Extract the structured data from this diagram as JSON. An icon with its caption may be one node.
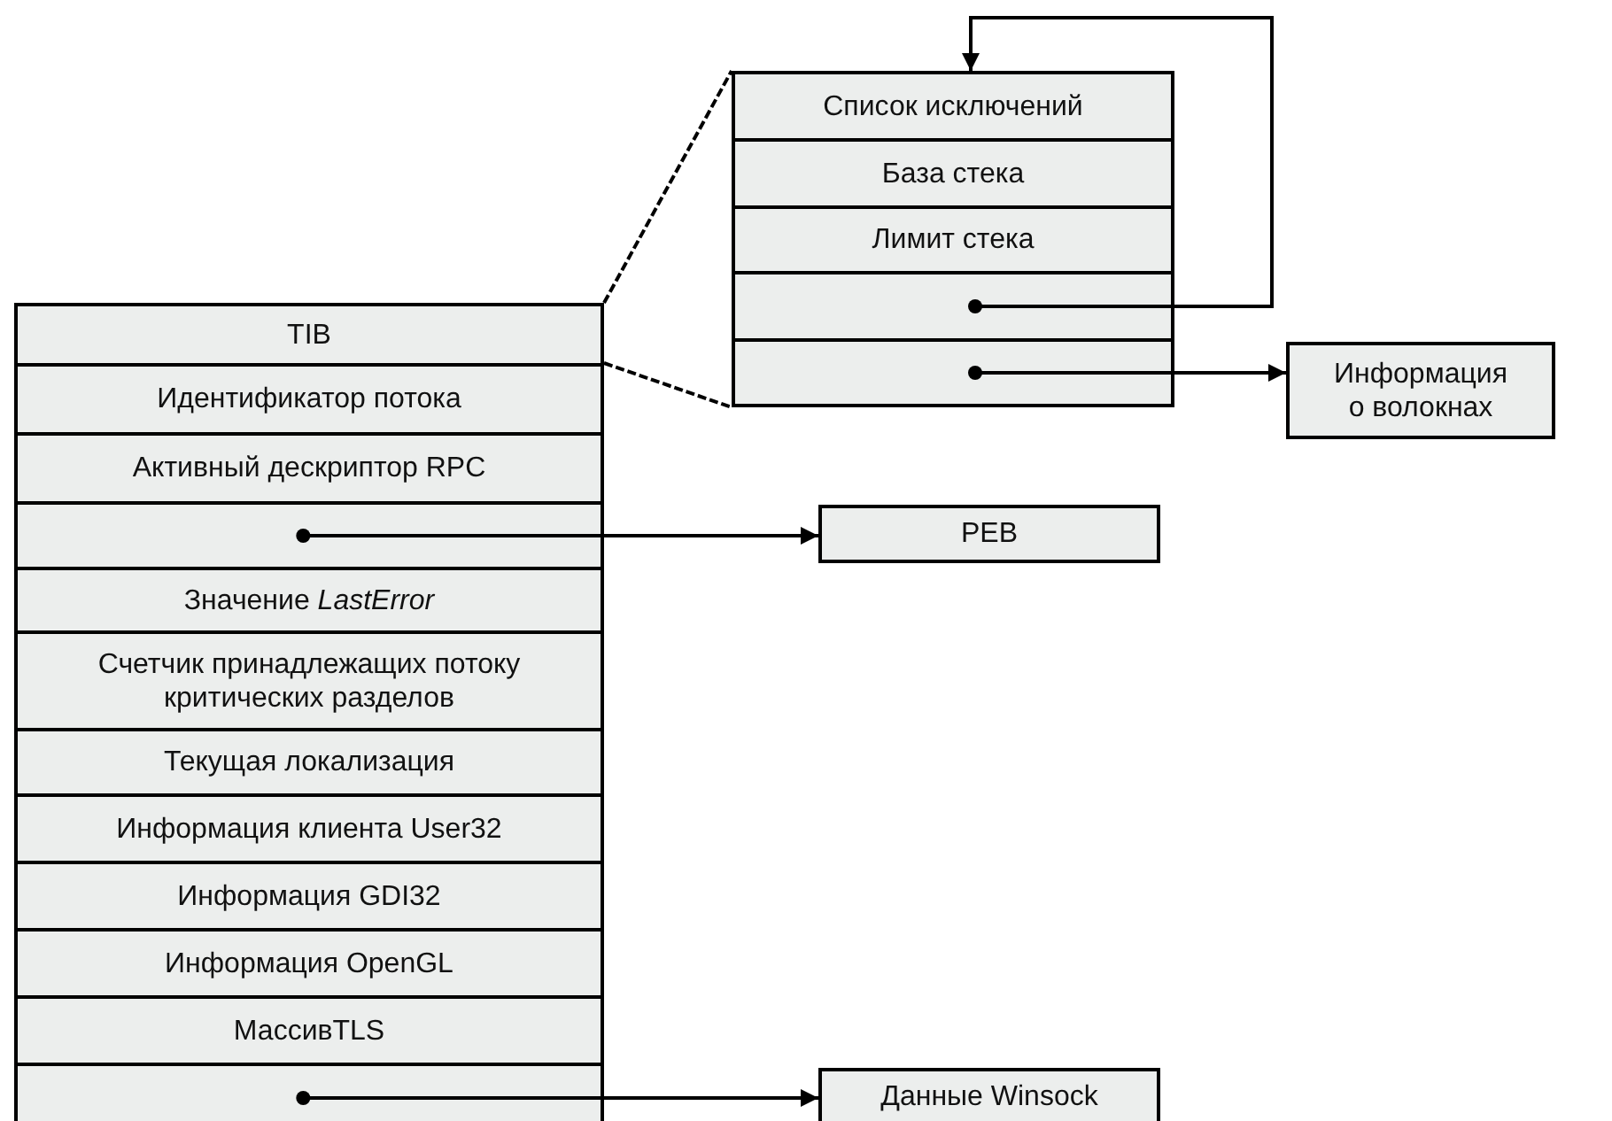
{
  "diagram": {
    "nodes": [
      {
        "text": [
          "TIB"
        ]
      },
      {
        "text": [
          "Идентификатор потока"
        ]
      },
      {
        "text": [
          "Активный дескриптор RPC"
        ]
      },
      {
        "text": [],
        "shape": "box"
      },
      {
        "text": [
          "Значение *LastError*"
        ]
      },
      {
        "text": [
          "Счетчик принадлежащих потоку критических разделов"
        ]
      },
      {
        "text": [
          "Текущая локализация"
        ]
      },
      {
        "text": [
          "Информация клиента User32"
        ]
      },
      {
        "text": [
          "Информация GDI32"
        ]
      },
      {
        "text": [
          "Информация OpenGL"
        ]
      },
      {
        "text": [
          "МассивTLS"
        ]
      },
      {
        "text": [],
        "shape": "box"
      },
      {
        "text": [
          "Список исключений"
        ]
      },
      {
        "text": [
          "База стека"
        ]
      },
      {
        "text": [
          "Лимит стека"
        ]
      },
      {
        "text": [],
        "shape": "box"
      },
      {
        "text": [],
        "shape": "box"
      },
      {
        "text": [
          "Информация о волокнах"
        ]
      },
      {
        "text": [
          "PEB"
        ]
      },
      {
        "text": [
          "Данные Winsock"
        ]
      }
    ],
    "edges": [
      {
        "from": 3,
        "to": 18,
        "arrow": "to"
      },
      {
        "from": 11,
        "to": 19,
        "arrow": "to"
      },
      {
        "from": 16,
        "to": 17,
        "arrow": "to"
      },
      {
        "from": 15,
        "to": 12,
        "arrow": "to"
      },
      {
        "from": 0,
        "to": 12,
        "arrow": "none",
        "style": "dashed"
      },
      {
        "from": 1,
        "to": 16,
        "arrow": "none",
        "style": "dashed"
      }
    ]
  }
}
